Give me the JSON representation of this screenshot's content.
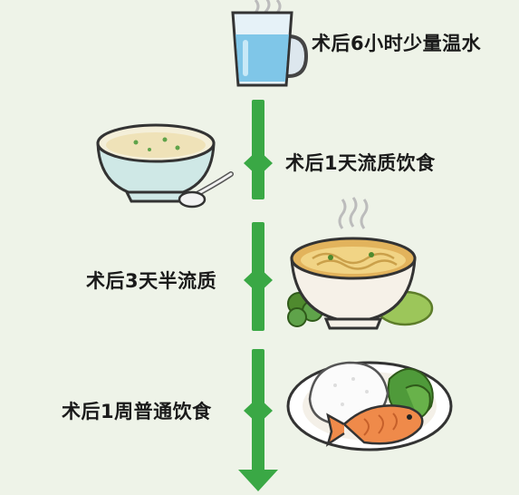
{
  "steps": [
    {
      "label": "术后6小时少量温水",
      "icon": "water-glass-icon"
    },
    {
      "label": "术后1天流质饮食",
      "icon": "porridge-bowl-icon"
    },
    {
      "label": "术后3天半流质",
      "icon": "noodle-bowl-icon"
    },
    {
      "label": "术后1周普通饮食",
      "icon": "rice-fish-plate-icon"
    }
  ],
  "colors": {
    "timeline": "#3aa845",
    "background": "#eef3e8",
    "text": "#1a1a1a"
  }
}
